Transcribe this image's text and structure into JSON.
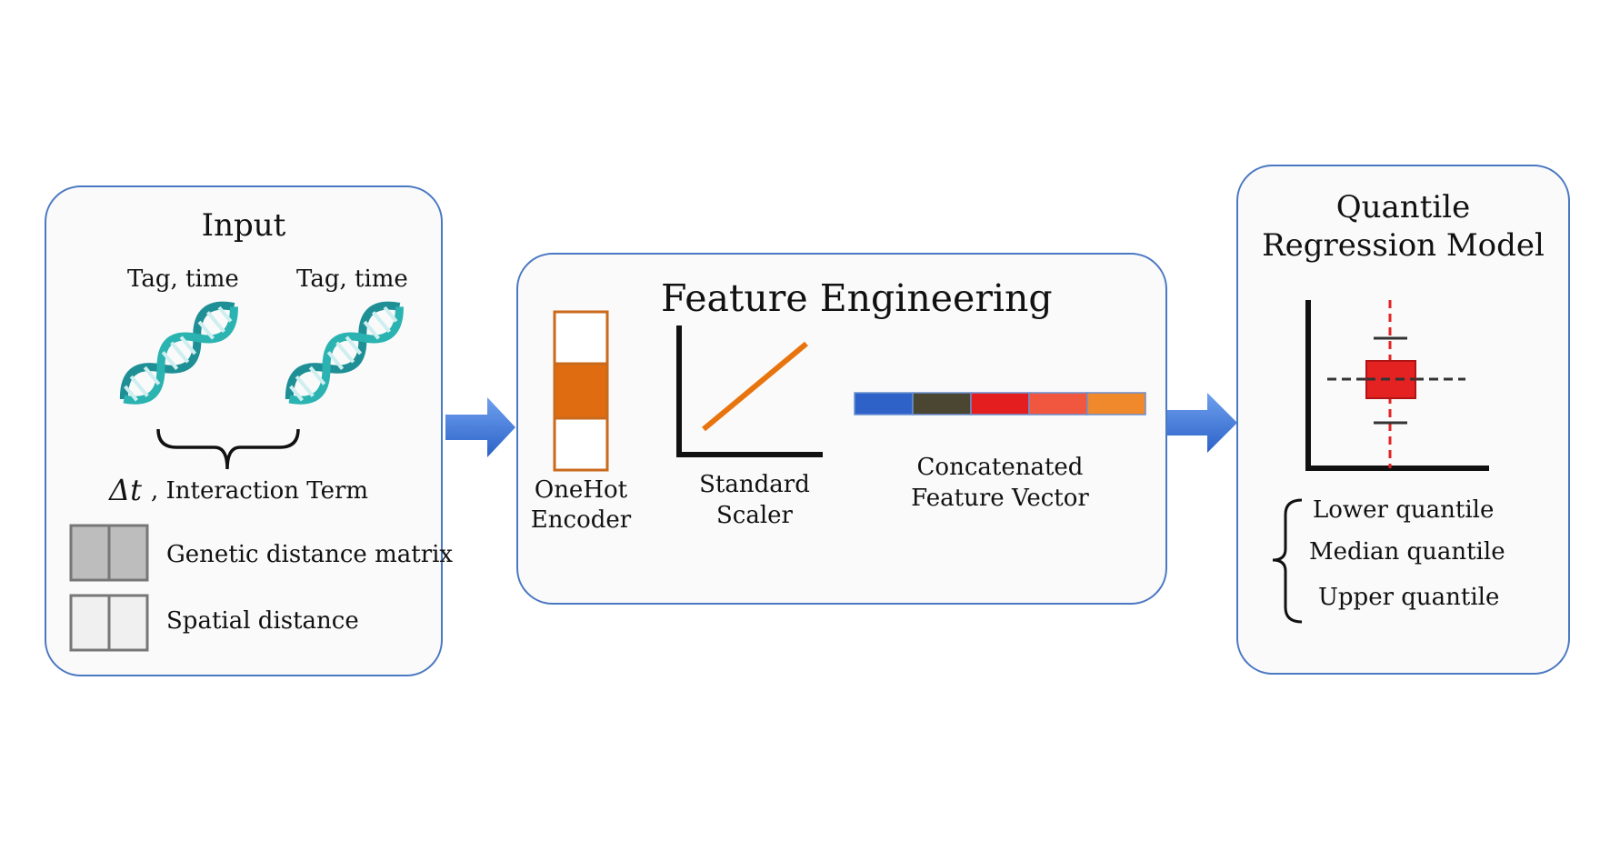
{
  "input": {
    "title": "Input",
    "tag_time_left": "Tag, time",
    "tag_time_right": "Tag, time",
    "delta_symbol": "Δt",
    "interaction_label": ", Interaction Term",
    "genetic_label": "Genetic distance matrix",
    "spatial_label": "Spatial distance"
  },
  "feature": {
    "title": "Feature Engineering",
    "onehot_line1": "OneHot",
    "onehot_line2": "Encoder",
    "scaler_line1": "Standard",
    "scaler_line2": "Scaler",
    "concat_line1": "Concatenated",
    "concat_line2": "Feature Vector",
    "vector_colors": [
      "#2f62c9",
      "#4a4632",
      "#e41e1e",
      "#f0573e",
      "#f0882c"
    ]
  },
  "model": {
    "title_line1": "Quantile",
    "title_line2": "Regression Model",
    "lower": "Lower quantile",
    "median": "Median quantile",
    "upper": "Upper quantile"
  },
  "colors": {
    "panel_border": "#4a78c2",
    "arrow": "#3d74d6",
    "onehot_fill": "#e06c12",
    "scaler_line": "#e8740e",
    "box_fill": "#e52222",
    "dna": "#1f9aa0"
  }
}
